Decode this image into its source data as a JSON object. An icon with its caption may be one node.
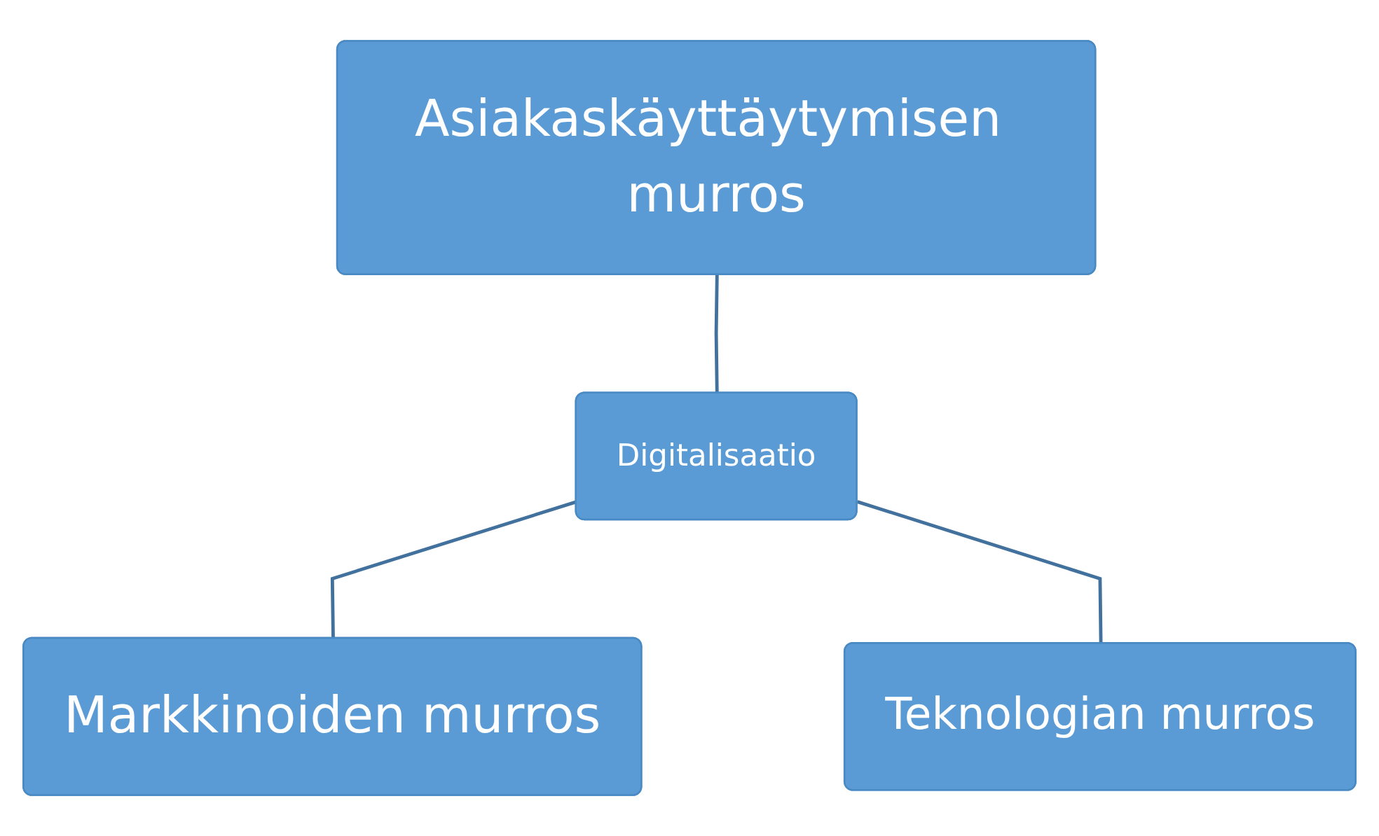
{
  "diagram": {
    "nodes": [
      {
        "text": [
          "Asiakaskäyttäytymisen murros"
        ]
      },
      {
        "text": [
          "Digitalisaatio"
        ]
      },
      {
        "text": [
          "Markkinoiden murros"
        ]
      },
      {
        "text": [
          "Teknologian murros"
        ]
      }
    ],
    "edges": [
      {
        "from": 0,
        "to": 1,
        "arrow": "none"
      },
      {
        "from": 1,
        "to": 2,
        "arrow": "none"
      },
      {
        "from": 1,
        "to": 3,
        "arrow": "none"
      }
    ]
  }
}
